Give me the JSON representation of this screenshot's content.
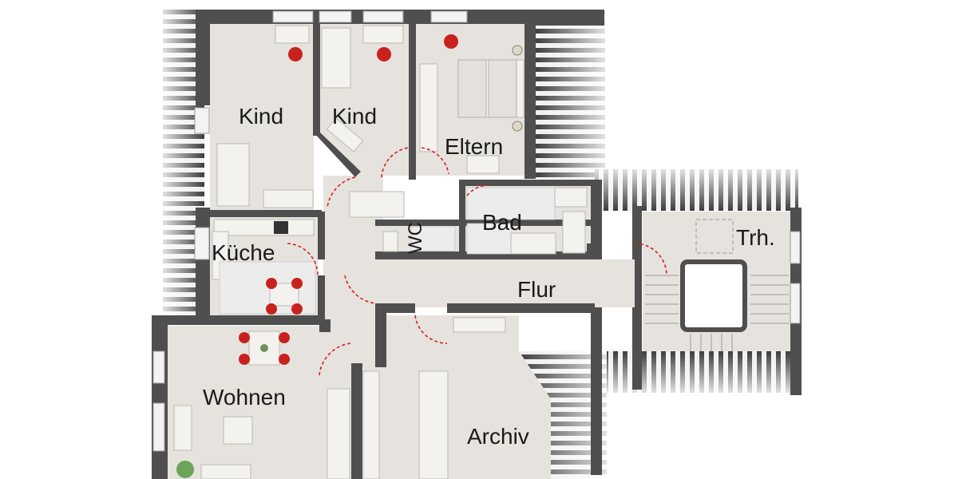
{
  "rooms": {
    "kind_left": "Kind",
    "kind_right": "Kind",
    "eltern": "Eltern",
    "bad": "Bad",
    "wc": "WC",
    "kueche": "Küche",
    "flur": "Flur",
    "treppenhaus": "Trh.",
    "wohnen": "Wohnen",
    "archiv": "Archiv"
  },
  "colors": {
    "wall": "#4f4f4f",
    "floor": "#e6e2de",
    "roof_dark": "#3a3a3a",
    "door_swing": "#d42020",
    "chair": "#c8221e"
  }
}
